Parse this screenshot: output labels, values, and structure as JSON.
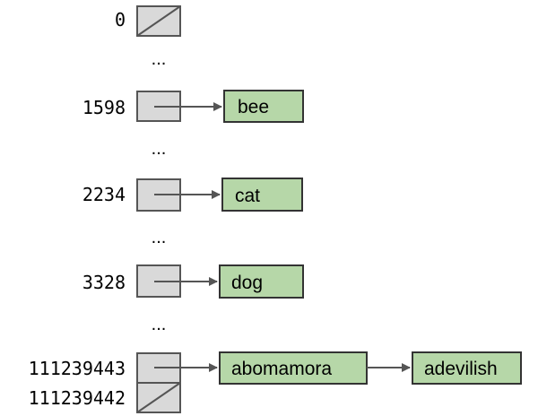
{
  "buckets": [
    {
      "index": "0",
      "empty": true,
      "chain": []
    },
    {
      "index": "1598",
      "empty": false,
      "chain": [
        "bee"
      ]
    },
    {
      "index": "2234",
      "empty": false,
      "chain": [
        "cat"
      ]
    },
    {
      "index": "3328",
      "empty": false,
      "chain": [
        "dog"
      ]
    },
    {
      "index": "111239443",
      "empty": false,
      "chain": [
        "abomamora",
        "adevilish"
      ]
    },
    {
      "index": "111239442",
      "empty": true,
      "chain": []
    }
  ],
  "ellipsis": "...",
  "colors": {
    "slot_fill": "#d9d9d9",
    "node_fill": "#b6d7a8",
    "arrow": "#555555"
  }
}
